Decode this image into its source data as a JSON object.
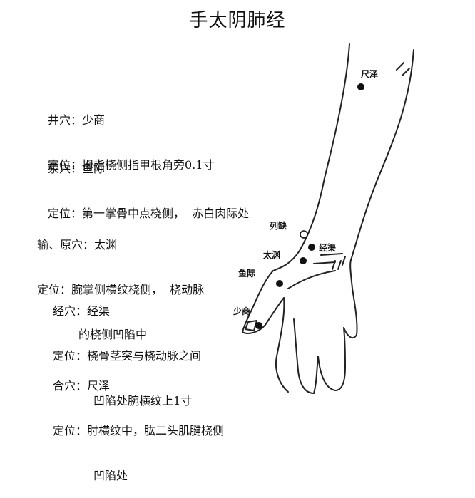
{
  "title": "手太阴肺经",
  "points": [
    {
      "heading": "井穴：少商",
      "lines": [
        "定位：拇指桡侧指甲根角旁0.1寸"
      ]
    },
    {
      "heading": "荥穴：鱼际",
      "lines": [
        "定位：第一掌骨中点桡侧，  赤白肉际处"
      ]
    },
    {
      "heading": "输、原穴：太渊",
      "lines": [
        "定位：腕掌侧横纹桡侧，  桡动脉",
        "的桡侧凹陷中"
      ]
    },
    {
      "heading": "经穴：经渠",
      "lines": [
        "定位：桡骨茎突与桡动脉之间",
        "凹陷处腕横纹上1寸"
      ]
    },
    {
      "heading": "合穴：尺泽",
      "lines": [
        "定位：肘横纹中，肱二头肌腱桡侧",
        "凹陷处"
      ]
    }
  ],
  "diagram_labels": {
    "chize": "尺泽",
    "lieque": "列缺",
    "jingqu": "经渠",
    "taiyuan": "太渊",
    "yuji": "鱼际",
    "shaoshang": "少商"
  }
}
